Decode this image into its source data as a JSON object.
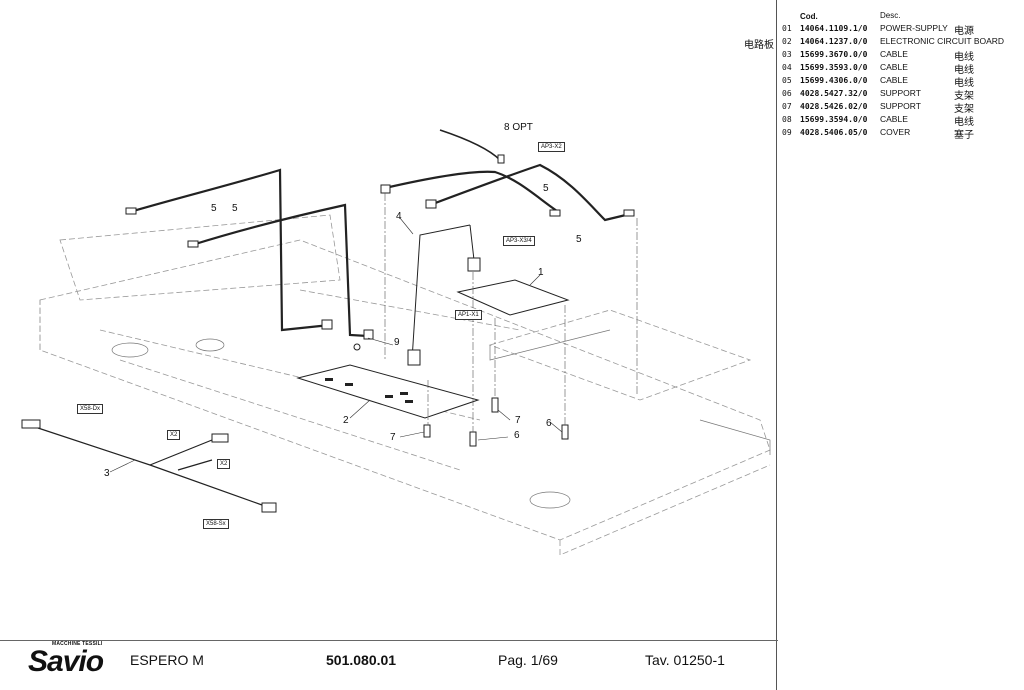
{
  "bom": {
    "col_code": "Cod.",
    "col_desc": "Desc.",
    "side_label": "电路板",
    "rows": [
      {
        "num": "01",
        "code": "14064.1109.1/0",
        "desc": "POWER-SUPPLY",
        "cn": "电源"
      },
      {
        "num": "02",
        "code": "14064.1237.0/0",
        "desc": "ELECTRONIC CIRCUIT BOARD",
        "cn": ""
      },
      {
        "num": "03",
        "code": "15699.3670.0/0",
        "desc": "CABLE",
        "cn": "电线"
      },
      {
        "num": "04",
        "code": "15699.3593.0/0",
        "desc": "CABLE",
        "cn": "电线"
      },
      {
        "num": "05",
        "code": "15699.4306.0/0",
        "desc": "CABLE",
        "cn": "电线"
      },
      {
        "num": "06",
        "code": "4028.5427.32/0",
        "desc": "SUPPORT",
        "cn": "支架"
      },
      {
        "num": "07",
        "code": "4028.5426.02/0",
        "desc": "SUPPORT",
        "cn": "支架"
      },
      {
        "num": "08",
        "code": "15699.3594.0/0",
        "desc": "CABLE",
        "cn": "电线"
      },
      {
        "num": "09",
        "code": "4028.5406.05/0",
        "desc": "COVER",
        "cn": "塞子"
      }
    ]
  },
  "callouts": {
    "c8": "8 OPT",
    "c5a": "5",
    "c5b": "5",
    "c5c": "5",
    "c5d": "5",
    "c4": "4",
    "c1": "1",
    "c9": "9",
    "c2": "2",
    "c7a": "7",
    "c7b": "7",
    "c6a": "6",
    "c6b": "6",
    "c3": "3"
  },
  "tags": {
    "ap3x2": "AP3-X2",
    "ap3x34": "AP3-X3/4",
    "ap1x1": "AP1-X1",
    "x58dx": "X58-Dx",
    "x2a": "X2",
    "x2b": "X2",
    "x58sx": "X58-Sx"
  },
  "footer": {
    "brand_small": "MACCHINE TESSILI",
    "brand": "Savio",
    "model": "ESPERO M",
    "drawing_no": "501.080.01",
    "page": "Pag. 1/69",
    "table": "Tav. 01250-1"
  }
}
